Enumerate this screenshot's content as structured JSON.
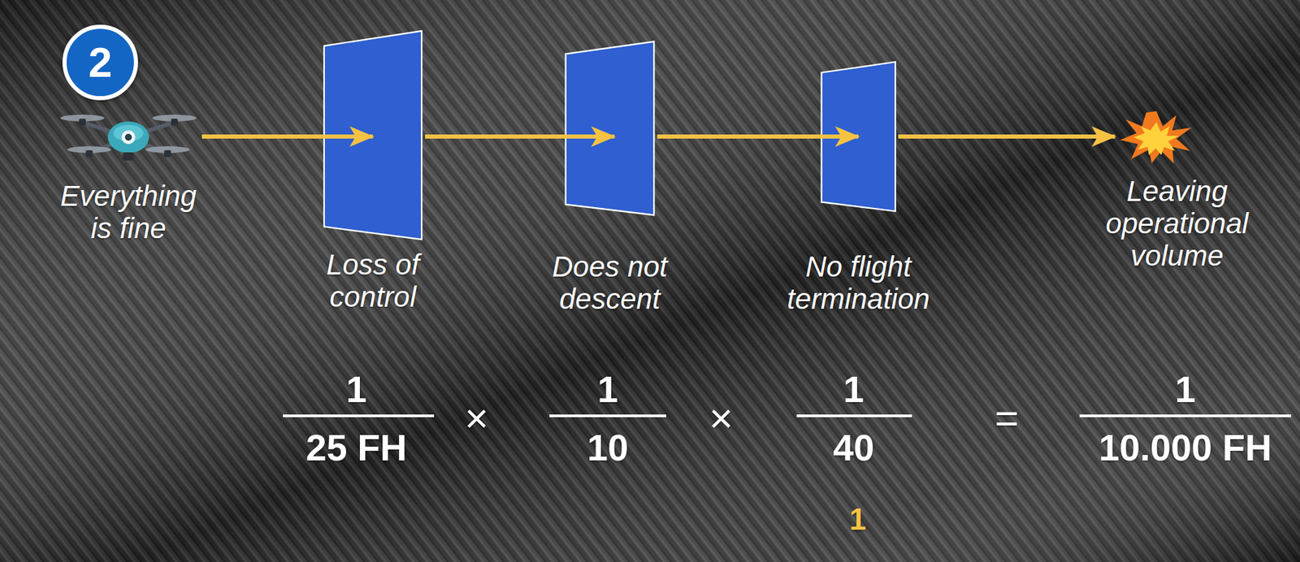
{
  "diagram": {
    "nodes": [
      {
        "text": [
          "2"
        ]
      },
      {
        "text": [
          "Everything is fine"
        ]
      },
      {
        "text": [
          "Loss of control"
        ]
      },
      {
        "text": [
          "Does not descent"
        ]
      },
      {
        "text": [
          "No flight termination"
        ]
      },
      {
        "text": [
          "Leaving operational volume"
        ]
      }
    ],
    "edges": [
      {
        "from": 1,
        "to": 2,
        "arrow": "to"
      },
      {
        "from": 2,
        "to": 3,
        "arrow": "to"
      },
      {
        "from": 3,
        "to": 4,
        "arrow": "to"
      },
      {
        "from": 4,
        "to": 5,
        "arrow": "to"
      }
    ],
    "labels": [
      "1",
      "25 FH",
      "×",
      "1",
      "10",
      "×",
      "1",
      "40",
      "=",
      "1",
      "10.000 FH",
      "1"
    ]
  }
}
